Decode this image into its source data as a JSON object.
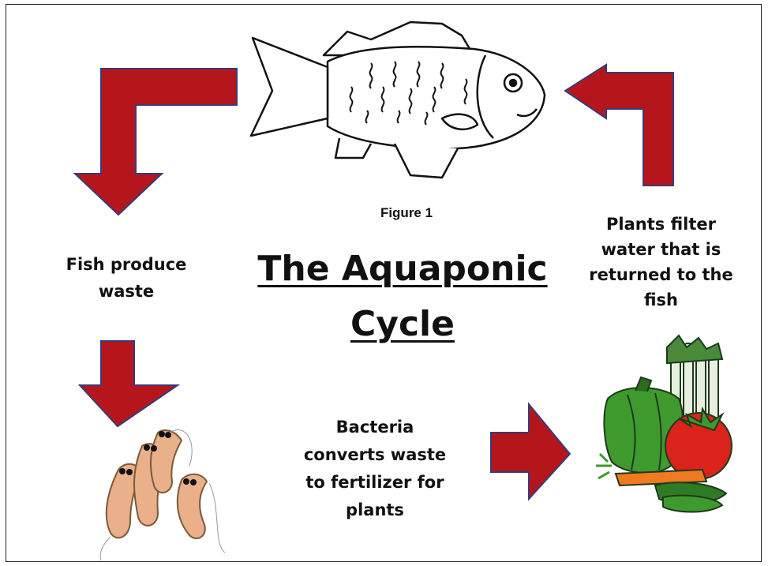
{
  "figure_label": "Figure 1",
  "title": {
    "line1": "The Aquaponic",
    "line2": "Cycle"
  },
  "steps": {
    "fish_waste": "Fish produce\nwaste",
    "bacteria": "Bacteria\nconverts waste\nto fertilizer for\nplants",
    "plants_filter": "Plants filter\nwater that is\nreturned to the\nfish"
  },
  "icons": [
    "fish-icon",
    "bacteria-icon",
    "vegetables-icon",
    "arrow-icon"
  ],
  "colors": {
    "arrow_fill": "#b5161c",
    "arrow_stroke": "#3a3a7a",
    "text": "#111111"
  }
}
